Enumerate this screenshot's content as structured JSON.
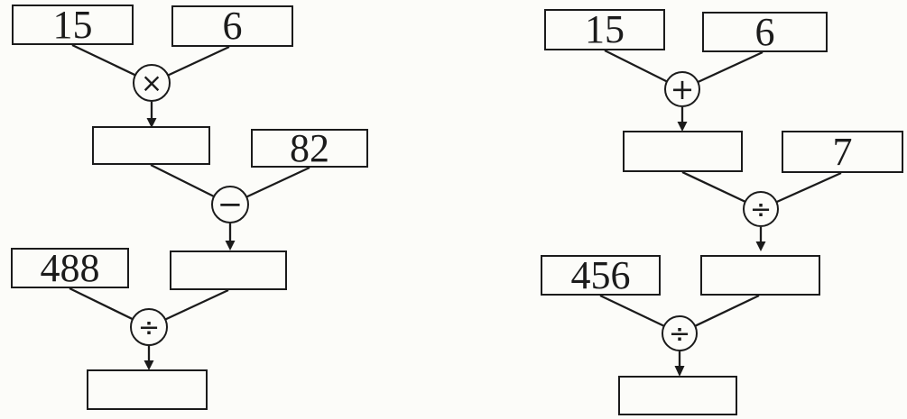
{
  "background": "#fcfcf9",
  "ink": "#1b1b1b",
  "left_diagram": {
    "input_top_left": "15",
    "input_top_right": "6",
    "operator_1": "×",
    "result_1": "",
    "input_mid": "82",
    "operator_2": "−",
    "result_2": "",
    "input_bottom": "488",
    "operator_3": "÷",
    "result_3": ""
  },
  "right_diagram": {
    "input_top_left": "15",
    "input_top_right": "6",
    "operator_1": "+",
    "result_1": "",
    "input_mid": "7",
    "operator_2": "÷",
    "result_2": "",
    "input_bottom": "456",
    "operator_3": "÷",
    "result_3": ""
  }
}
